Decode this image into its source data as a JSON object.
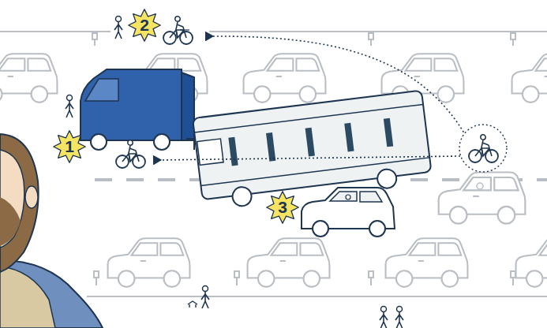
{
  "diagram": {
    "labels": [
      "2",
      "1",
      "3"
    ]
  }
}
